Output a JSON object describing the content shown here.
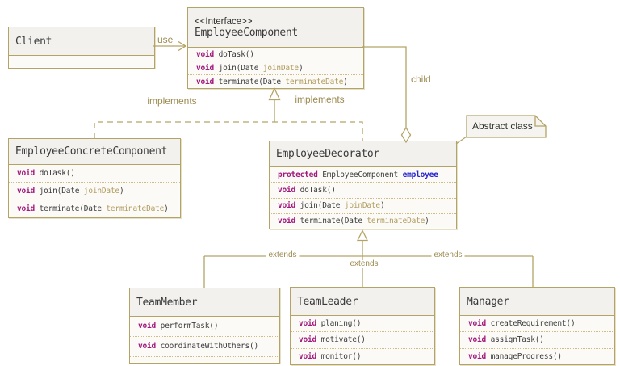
{
  "diagram_title": "Employee Decorator Pattern UML Class Diagram",
  "colors": {
    "line": "#b4a366",
    "label_text": "#9c8b51",
    "keyword": "#a21a7d",
    "code_text": "#3c3c3c",
    "parameter": "#b19c5e",
    "field_name_blue": "#2525cd",
    "title_bg": "#f2f1ee",
    "body_bg": "#fbfaf7",
    "note_bg": "#f5f4f0"
  },
  "labels": {
    "use": "use",
    "child": "child",
    "implements_left": "implements",
    "implements_right": "implements",
    "extends_left": "extends",
    "extends_mid": "extends",
    "extends_right": "extends"
  },
  "note": {
    "text": "Abstract class"
  },
  "classes": {
    "client": {
      "title": "Client",
      "members": [
        {
          "tokens": []
        }
      ]
    },
    "employeeComponent": {
      "stereotype": "<<Interface>>",
      "title": "EmployeeComponent",
      "members": [
        {
          "tokens": [
            {
              "t": "void",
              "c": "kw"
            },
            {
              "t": " doTask()",
              "c": "code"
            }
          ]
        },
        {
          "tokens": [
            {
              "t": "void",
              "c": "kw"
            },
            {
              "t": " join(Date ",
              "c": "code"
            },
            {
              "t": "joinDate",
              "c": "param"
            },
            {
              "t": ")",
              "c": "code"
            }
          ]
        },
        {
          "tokens": [
            {
              "t": "void",
              "c": "kw"
            },
            {
              "t": " terminate(Date ",
              "c": "code"
            },
            {
              "t": "terminateDate",
              "c": "param"
            },
            {
              "t": ")",
              "c": "code"
            }
          ]
        }
      ]
    },
    "employeeConcreteComponent": {
      "title": "EmployeeConcreteComponent",
      "members": [
        {
          "tokens": [
            {
              "t": "void",
              "c": "kw"
            },
            {
              "t": " doTask()",
              "c": "code"
            }
          ]
        },
        {
          "tokens": [
            {
              "t": "void",
              "c": "kw"
            },
            {
              "t": " join(Date ",
              "c": "code"
            },
            {
              "t": "joinDate",
              "c": "param"
            },
            {
              "t": ")",
              "c": "code"
            }
          ]
        },
        {
          "tokens": [
            {
              "t": "void",
              "c": "kw"
            },
            {
              "t": " terminate(Date ",
              "c": "code"
            },
            {
              "t": "terminateDate",
              "c": "param"
            },
            {
              "t": ")",
              "c": "code"
            }
          ]
        }
      ]
    },
    "employeeDecorator": {
      "title": "EmployeeDecorator",
      "members": [
        {
          "tokens": [
            {
              "t": "protected",
              "c": "kw"
            },
            {
              "t": " EmployeeComponent ",
              "c": "code"
            },
            {
              "t": "employee",
              "c": "var"
            }
          ]
        },
        {
          "tokens": [
            {
              "t": "void",
              "c": "kw"
            },
            {
              "t": " doTask()",
              "c": "code"
            }
          ]
        },
        {
          "tokens": [
            {
              "t": "void",
              "c": "kw"
            },
            {
              "t": " join(Date ",
              "c": "code"
            },
            {
              "t": "joinDate",
              "c": "param"
            },
            {
              "t": ")",
              "c": "code"
            }
          ]
        },
        {
          "tokens": [
            {
              "t": "void",
              "c": "kw"
            },
            {
              "t": " terminate(Date ",
              "c": "code"
            },
            {
              "t": "terminateDate",
              "c": "param"
            },
            {
              "t": ")",
              "c": "code"
            }
          ]
        }
      ]
    },
    "teamMember": {
      "title": "TeamMember",
      "members": [
        {
          "tokens": [
            {
              "t": "void",
              "c": "kw"
            },
            {
              "t": " performTask()",
              "c": "code"
            }
          ]
        },
        {
          "tokens": [
            {
              "t": "void",
              "c": "kw"
            },
            {
              "t": " coordinateWithOthers()",
              "c": "code"
            }
          ]
        },
        {
          "tokens": [],
          "empty": true
        }
      ]
    },
    "teamLeader": {
      "title": "TeamLeader",
      "members": [
        {
          "tokens": [
            {
              "t": "void",
              "c": "kw"
            },
            {
              "t": " planing()",
              "c": "code"
            }
          ]
        },
        {
          "tokens": [
            {
              "t": "void",
              "c": "kw"
            },
            {
              "t": " motivate()",
              "c": "code"
            }
          ]
        },
        {
          "tokens": [
            {
              "t": "void",
              "c": "kw"
            },
            {
              "t": " monitor()",
              "c": "code"
            }
          ]
        }
      ]
    },
    "manager": {
      "title": "Manager",
      "members": [
        {
          "tokens": [
            {
              "t": "void",
              "c": "kw"
            },
            {
              "t": " createRequirement()",
              "c": "code"
            }
          ]
        },
        {
          "tokens": [
            {
              "t": "void",
              "c": "kw"
            },
            {
              "t": " assignTask()",
              "c": "code"
            }
          ]
        },
        {
          "tokens": [
            {
              "t": "void",
              "c": "kw"
            },
            {
              "t": " manageProgress()",
              "c": "code"
            }
          ]
        }
      ]
    }
  }
}
